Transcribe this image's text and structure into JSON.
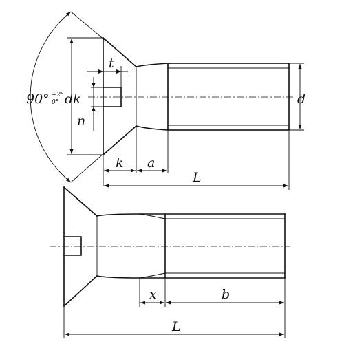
{
  "labels": {
    "dk": "dk",
    "t": "t",
    "n": "n",
    "k": "k",
    "a": "a",
    "d": "d",
    "L_top": "L",
    "x": "x",
    "b": "b",
    "L_bottom": "L",
    "angle": "90°",
    "angle_tol_upper": "+2°",
    "angle_tol_lower": "0°"
  }
}
